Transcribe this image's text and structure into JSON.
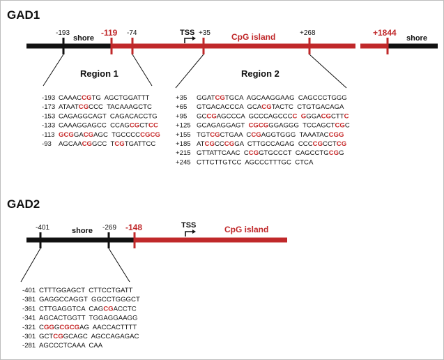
{
  "colors": {
    "shore": "#111111",
    "cpg": "#c0282a",
    "text": "#111111",
    "cpg_text": "#c62828"
  },
  "gad1": {
    "title": "GAD1",
    "labels": {
      "shore_left": "shore",
      "shore_right": "shore",
      "tss": "TSS",
      "cpg_island": "CpG island",
      "region1": "Region 1",
      "region2": "Region 2"
    },
    "positions": {
      "p_minus193": "-193",
      "p_minus119": "-119",
      "p_minus74": "-74",
      "p_plus35": "+35",
      "p_plus268": "+268",
      "p_plus1844": "+1844"
    },
    "region1_seq": [
      {
        "pos": "-193",
        "s": "CAAAC[CG]TG  AGCTGGATTT"
      },
      {
        "pos": "-173",
        "s": "ATAAT[CG]CCC  TACAAAGCTC"
      },
      {
        "pos": "-153",
        "s": "CAGAGGCAGT  CAGACACCTG"
      },
      {
        "pos": "-133",
        "s": "CAAAGGAGCC  CCAG[CG]CT[CC]"
      },
      {
        "pos": "-113",
        "s": "[GCG]GA[CG]AGC  TGCCCC[CGCG]"
      },
      {
        "pos": "-93",
        "s": "AGCAA[CG]GCC  T[CG]TGATTCC"
      }
    ],
    "region2_seq": [
      {
        "pos": "+35",
        "s": "GGAT[CG]TGCA  AGCAAGGAAG  CAGCCCTGGG"
      },
      {
        "pos": "+65",
        "s": "GTGACACCCA  GCA[CG]TACTC  CTGTGACAGA"
      },
      {
        "pos": "+95",
        "s": "GC[CG]AGCCCA  GCCCAGCCC[C  G]GGA[CG]CTT[C]"
      },
      {
        "pos": "+125",
        "s": "GCAGAGGAGT  [CGCG]GGAGGG  TCCAGCT[CG]C"
      },
      {
        "pos": "+155",
        "s": "TGT[CG]CTGAA  C[CG]AGGTGGG  TAAATAC[CGG]"
      },
      {
        "pos": "+185",
        "s": "AT[CG]CC[CG]GA  CTTGCCAGAG  CCC[CG]CCT[CG]"
      },
      {
        "pos": "+215",
        "s": "GTTATTCAAC  C[CG]GTGCCCT  CAGCCTG[CG]G"
      },
      {
        "pos": "+245",
        "s": "CTTCTTGTCC  AGCCCTTTGC  CTCA"
      }
    ]
  },
  "gad2": {
    "title": "GAD2",
    "labels": {
      "shore": "shore",
      "tss": "TSS",
      "cpg_island": "CpG island"
    },
    "positions": {
      "p_minus401": "-401",
      "p_minus269": "-269",
      "p_minus148": "-148"
    },
    "region_seq": [
      {
        "pos": "-401",
        "s": "CTTTGGAGCT  CTTCCTGATT"
      },
      {
        "pos": "-381",
        "s": "GAGGCCAGGT  GGCCTGGGCT"
      },
      {
        "pos": "-361",
        "s": "CTTGAGGTCA  CAG[CG]ACCTC"
      },
      {
        "pos": "-341",
        "s": "AGCACTGGTT  TGGAGGAAGG"
      },
      {
        "pos": "-321",
        "s": "C[GG]G[CGCG]AG  AACCACTTTT"
      },
      {
        "pos": "-301",
        "s": "GCT[CG]GCAGC  AGCCAGAGAC"
      },
      {
        "pos": "-281",
        "s": "AGCCCTCAAA  CAA"
      }
    ]
  }
}
